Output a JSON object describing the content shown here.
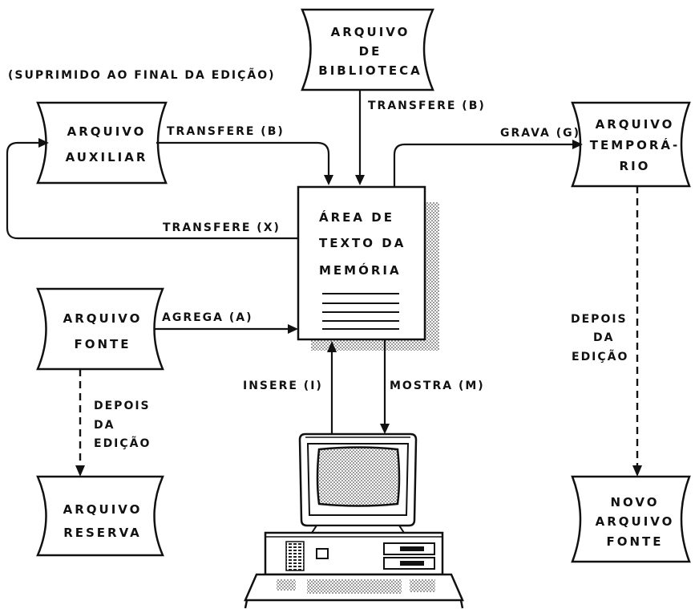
{
  "note": "(SUPRIMIDO AO FINAL DA EDIÇÃO)",
  "files": {
    "biblioteca": [
      "ARQUIVO",
      "DE",
      "BIBLIOTECA"
    ],
    "auxiliar": [
      "ARQUIVO",
      "AUXILIAR"
    ],
    "temporario": [
      "ARQUIVO",
      "TEMPORÁ-",
      "RIO"
    ],
    "fonte": [
      "ARQUIVO",
      "FONTE"
    ],
    "reserva": [
      "ARQUIVO",
      "RESERVA"
    ],
    "novo_fonte": [
      "NOVO",
      "ARQUIVO",
      "FONTE"
    ]
  },
  "memory": [
    "ÁREA  DE",
    "TEXTO DA",
    "MEMÓRIA"
  ],
  "edges": {
    "transfere_b_top": "TRANSFERE (B)",
    "transfere_b_aux": "TRANSFERE (B)",
    "transfere_x": "TRANSFERE (X)",
    "grava": "GRAVA (G)",
    "agrega": "AGREGA (A)",
    "insere": "INSERE (I)",
    "mostra": "MOSTRA (M)",
    "depois_left": [
      "DEPOIS",
      "DA",
      "EDIÇÃO"
    ],
    "depois_right": [
      "DEPOIS",
      "DA",
      "EDIÇÃO"
    ]
  }
}
